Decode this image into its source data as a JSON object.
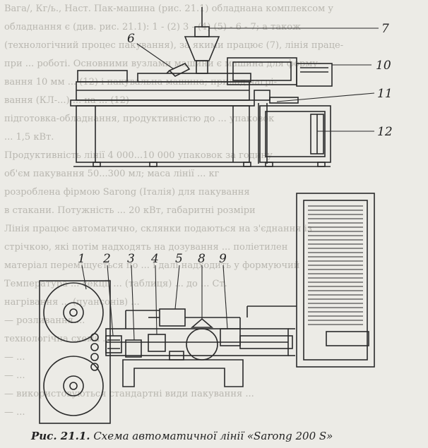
{
  "background_text": [
    "Вага/, Кг/ь., Наст. Пак-машина (рис. 21.1) обладнана комплексом у",
    "обладнання є (див. рис. 21.1): 1 - (2) 3 - (4) (5) - 6 - 7; а також",
    "(технологічний процес пакування), за якими працює (7), лінія праце-",
    "при ... роботі. Основними вузлами машини є машина для форму-",
    "вання 10 мм ... (12) і пакувальна машина; прилад нагрі-",
    "вання (КЛ-...) ... на ... (12)",
    "підготовка-обладнання, продуктивністю до ... упаковок",
    "... 1,5 кВт.",
    "Продуктивність лінії 4 000...10 000 упаковок за годину",
    "об'єм пакування 50...300 мл; маса лінії ... кг",
    "розроблена фірмою Sarong (Італія) для пакування",
    "в стакани. Потужність ... 20 кВт, габаритні розміри",
    "Лінія працює автоматично, склянки подаються на з'єднання із",
    "стрічкою, які потім надходять на дозування ... поліетилен",
    "матеріал переміщується по ... і далі надходить у формуючий",
    "Температура ... секції ... (таблиця) ... до ... Ст.",
    "нагрівання ... (пуансонів) ...",
    "— розливання ...",
    "технологічна схема ...",
    "— ...",
    "— ...",
    "— використовуються стандартні види пакування ...",
    "— ..."
  ],
  "callouts": {
    "top": [
      "6",
      "7",
      "10",
      "11",
      "12"
    ],
    "bottom": [
      "1",
      "2",
      "3",
      "4",
      "5",
      "8",
      "9"
    ]
  },
  "caption": {
    "figure_label": "Рис. 21.1.",
    "title": "Схема автоматичної лінії «Sarong 200 S»"
  }
}
